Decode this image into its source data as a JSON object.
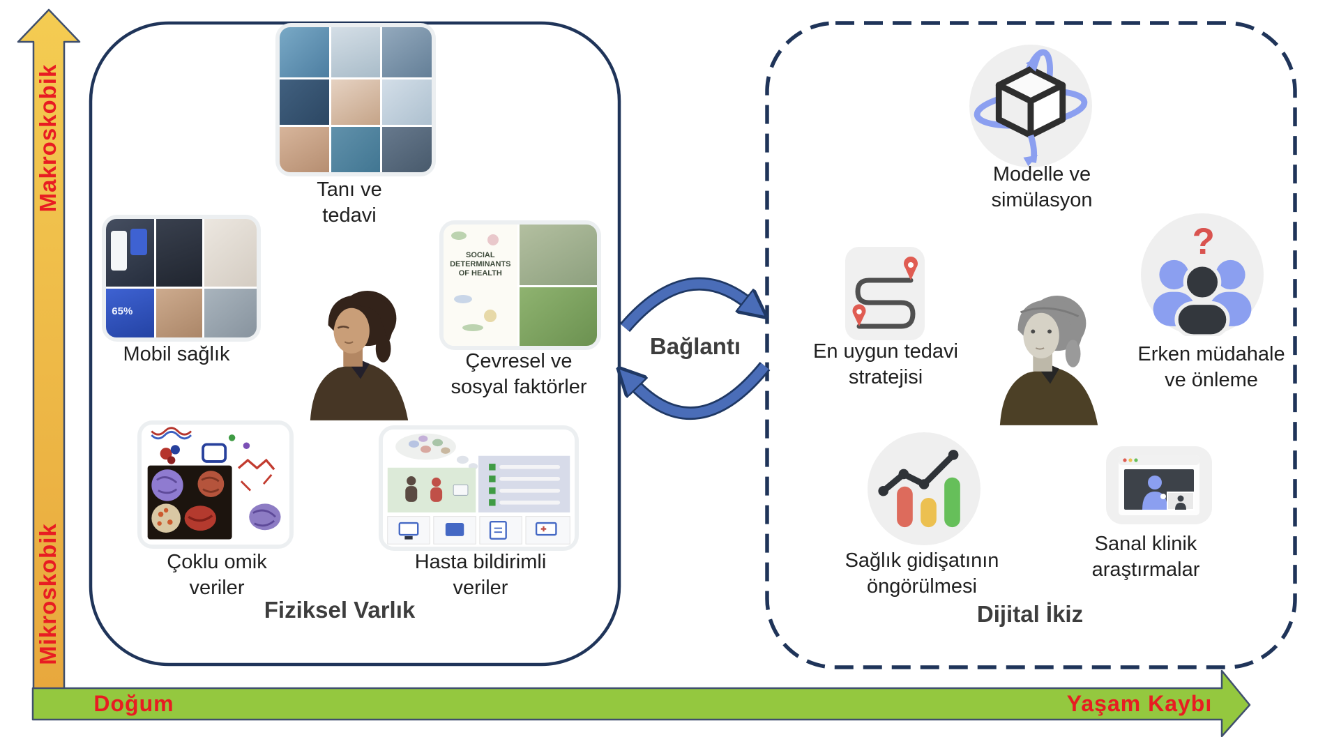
{
  "colors": {
    "box_border": "#1f3459",
    "cycle_arrow_fill": "#4a6db8",
    "cycle_arrow_outline": "#1f3864",
    "vertical_arrow_top": "#f4cc52",
    "vertical_arrow_bottom": "#e8a83d",
    "horizontal_arrow_green": "#94c83f",
    "axis_label_red": "#e81c22",
    "icon_bg_gray": "#efefef",
    "icon_blue": "#8b9ff0",
    "icon_dark": "#33373d",
    "icon_red": "#d9534f",
    "bar_red": "#dd6b5c",
    "bar_yellow": "#ecc050",
    "bar_green": "#66bf5a"
  },
  "axes": {
    "vertical_top": "Makroskobik",
    "vertical_bottom": "Mikroskobik",
    "horizontal_left": "Doğum",
    "horizontal_right": "Yaşam Kaybı"
  },
  "connection": {
    "label": "Bağlantı"
  },
  "physical": {
    "title": "Fiziksel Varlık",
    "diagnosis": {
      "line1": "Tanı ve",
      "line2": "tedavi"
    },
    "mobile": {
      "label": "Mobil sağlık",
      "phone_battery": "65%"
    },
    "environment": {
      "line1": "Çevresel ve",
      "line2": "sosyal faktörler",
      "collage_caption": "SOCIAL DETERMINANTS OF HEALTH"
    },
    "omics": {
      "line1": "Çoklu omik",
      "line2": "veriler"
    },
    "patient_reported": {
      "line1": "Hasta bildirimli",
      "line2": "veriler"
    }
  },
  "digital": {
    "title": "Dijital İkiz",
    "model_simulation": {
      "line1": "Modelle ve",
      "line2": "simülasyon"
    },
    "treatment_strategy": {
      "line1": "En uygun tedavi",
      "line2": "stratejisi"
    },
    "early_intervention": {
      "line1": "Erken müdahale",
      "line2": "ve önleme",
      "question_mark": "?"
    },
    "health_prediction": {
      "line1": "Sağlık gidişatının",
      "line2": "öngörülmesi"
    },
    "virtual_trials": {
      "line1": "Sanal klinik",
      "line2": "araştırmalar"
    }
  }
}
